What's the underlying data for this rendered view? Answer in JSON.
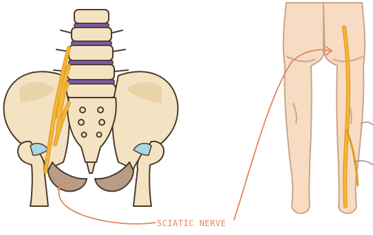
{
  "illustration": {
    "label_text": "SCIATIC NERVE",
    "colors": {
      "bone": "#f3e3c3",
      "bone_outline": "#4a3a2a",
      "disc": "#7b5aa6",
      "nerve": "#f4b73b",
      "nerve_dark": "#e09a1f",
      "cartilage": "#a9d7e6",
      "pubic_bone": "#b89c86",
      "skin": "#f7dcc3",
      "skin_outline": "#c9a48a",
      "pointer_line": "#e0875a"
    },
    "icons": [
      "pelvis-spine-illustration",
      "legs-back-view-illustration"
    ]
  }
}
